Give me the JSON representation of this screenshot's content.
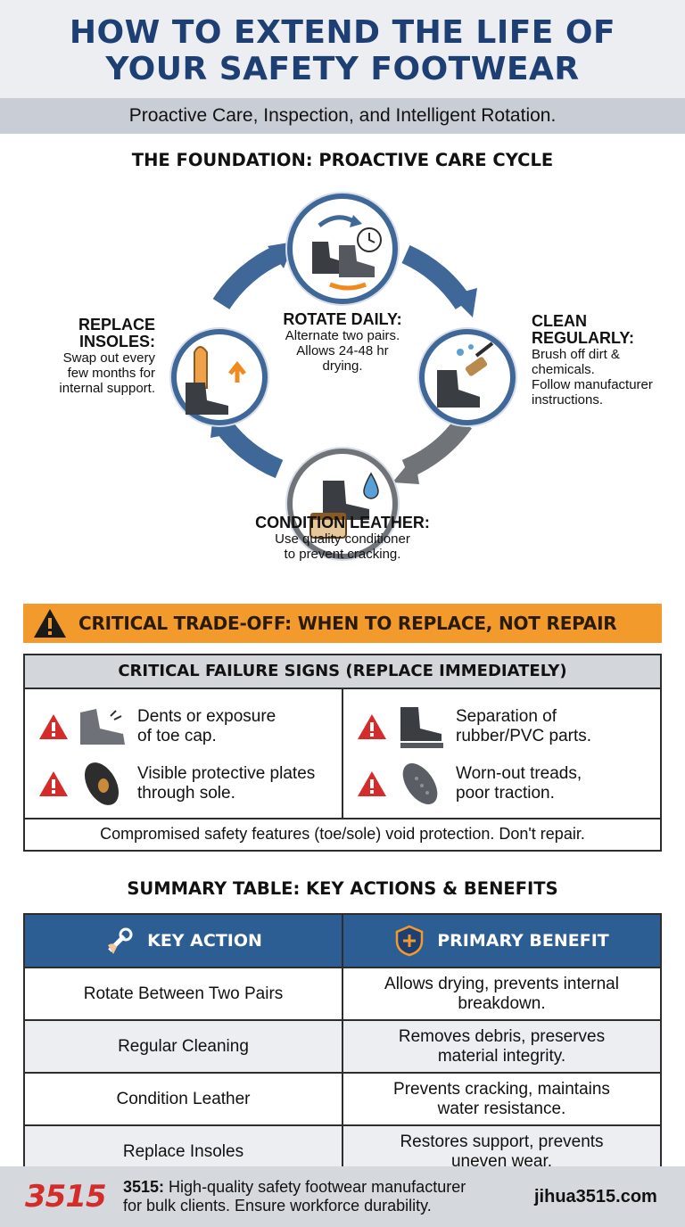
{
  "header": {
    "title_line1": "HOW TO EXTEND THE LIFE OF",
    "title_line2": "YOUR SAFETY FOOTWEAR",
    "subtitle": "Proactive Care, Inspection, and Intelligent Rotation."
  },
  "cycle": {
    "title": "THE FOUNDATION: PROACTIVE CARE CYCLE",
    "rotate": {
      "head": "ROTATE DAILY:",
      "l1": "Alternate two pairs.",
      "l2": "Allows 24-48 hr",
      "l3": "drying."
    },
    "clean": {
      "head1": "CLEAN",
      "head2": "REGULARLY:",
      "l1": "Brush off dirt &",
      "l2": "chemicals.",
      "l3": "Follow manufacturer",
      "l4": "instructions."
    },
    "insoles": {
      "head1": "REPLACE",
      "head2": "INSOLES:",
      "l1": "Swap out every",
      "l2": "few months for",
      "l3": "internal support."
    },
    "condition": {
      "head": "CONDITION LEATHER:",
      "l1": "Use quality conditioner",
      "l2": "to prevent cracking."
    }
  },
  "warning": {
    "title": "CRITICAL TRADE-OFF: WHEN TO REPLACE, NOT REPAIR"
  },
  "failure": {
    "title": "CRITICAL FAILURE SIGNS (REPLACE IMMEDIATELY)",
    "items": [
      {
        "l1": "Dents or exposure",
        "l2": "of toe cap."
      },
      {
        "l1": "Visible protective plates",
        "l2": "through sole."
      },
      {
        "l1": "Separation of",
        "l2": "rubber/PVC parts."
      },
      {
        "l1": "Worn-out treads,",
        "l2": "poor traction."
      }
    ],
    "footer": "Compromised safety features (toe/sole) void protection. Don't repair."
  },
  "summary": {
    "title": "SUMMARY TABLE: KEY ACTIONS & BENEFITS",
    "headers": [
      "KEY ACTION",
      "PRIMARY BENEFIT"
    ],
    "rows": [
      {
        "action": "Rotate Between Two Pairs",
        "benefit_l1": "Allows drying, prevents internal",
        "benefit_l2": "breakdown."
      },
      {
        "action": "Regular Cleaning",
        "benefit_l1": "Removes debris, preserves",
        "benefit_l2": "material integrity."
      },
      {
        "action": "Condition Leather",
        "benefit_l1": "Prevents cracking, maintains",
        "benefit_l2": "water resistance."
      },
      {
        "action": "Replace Insoles",
        "benefit_l1": "Restores support, prevents",
        "benefit_l2": "uneven wear."
      }
    ]
  },
  "footer": {
    "brand": "3515",
    "desc_bold": "3515:",
    "desc_l1": " High-quality safety footwear manufacturer",
    "desc_l2": "for bulk clients. Ensure workforce durability.",
    "site": "jihua3515.com"
  },
  "colors": {
    "navy": "#1d3f73",
    "blue": "#2d5e93",
    "orange": "#f39a2d",
    "red": "#d42b2b"
  }
}
